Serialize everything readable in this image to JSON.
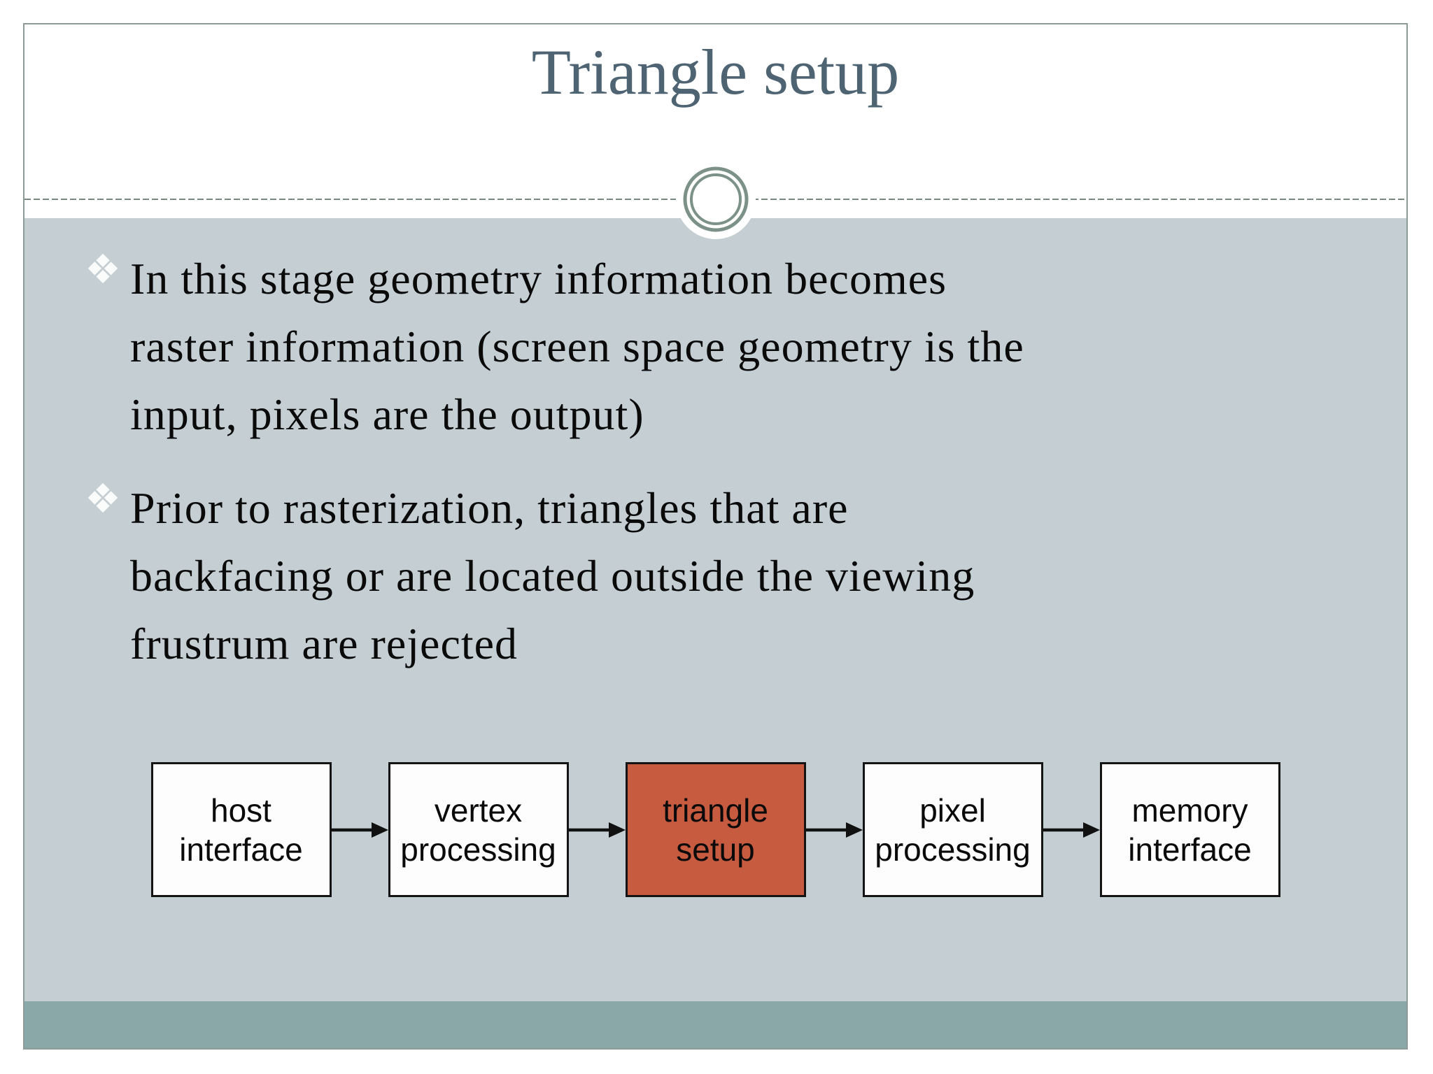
{
  "slide": {
    "title": "Triangle setup",
    "bullets": [
      {
        "marker": "❖",
        "lines": [
          "In this stage geometry information becomes",
          "raster information (screen space geometry is the",
          "input, pixels are the output)"
        ]
      },
      {
        "marker": "❖",
        "lines": [
          "Prior to rasterization, triangles that are",
          "backfacing or are located outside the viewing",
          "frustrum are rejected"
        ]
      }
    ],
    "pipeline": {
      "boxes": [
        {
          "label": "host interface",
          "lines": [
            "host",
            "interface"
          ],
          "highlighted": false
        },
        {
          "label": "vertex processing",
          "lines": [
            "vertex",
            "processing"
          ],
          "highlighted": false
        },
        {
          "label": "triangle setup",
          "lines": [
            "triangle",
            "setup"
          ],
          "highlighted": true
        },
        {
          "label": "pixel processing",
          "lines": [
            "pixel",
            "processing"
          ],
          "highlighted": false
        },
        {
          "label": "memory interface",
          "lines": [
            "memory",
            "interface"
          ],
          "highlighted": false
        }
      ]
    },
    "colors": {
      "content_bg": "#c5cfd3",
      "footer_bg": "#89a8a7",
      "title": "#4e6473",
      "highlight_box": "#c65b40",
      "ornament": "#7c9187",
      "dash": "#78887f",
      "slide_border": "#8c9b98",
      "body_text": "#0a0a0a",
      "box_border": "#141414",
      "box_bg": "#fdfdfd",
      "bullet_marker": "#f9fcfb"
    }
  }
}
